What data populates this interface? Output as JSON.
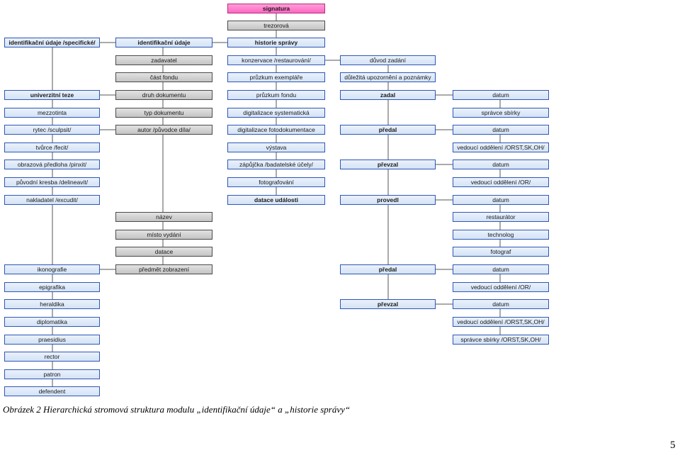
{
  "diagram": {
    "boxes": {
      "signatura": "signatura",
      "trezorova": "trezorová",
      "historie": "historie správy",
      "konzervace": "konzervace /restaurování/",
      "pruzkum_ex": "průzkum exempláře",
      "pruzkum_fondu": "průzkum fondu",
      "digi_sys": "digitalizace systematická",
      "digi_foto": "digitalizace fotodokumentace",
      "vystava": "výstava",
      "zapujcka": "zápůjčka /badatelské účely/",
      "fotografovani": "fotografování",
      "datace_udalosti": "datace události",
      "duvod": "důvod zadání",
      "upozorneni": "důležitá upozornění a poznámky",
      "zadal": "zadal",
      "predal1": "předal",
      "prevzal1": "převzal",
      "provedl": "provedl",
      "predal2": "předal",
      "prevzal2": "převzal",
      "r_datum1": "datum",
      "r_spravce": "správce sbírky",
      "r_datum2": "datum",
      "r_vedouci1": "vedoucí oddělení /ORST,SK,OH/",
      "r_datum3": "datum",
      "r_vedouci_or1": "vedoucí oddělení /OR/",
      "r_datum4": "datum",
      "r_restaurator": "restaurátor",
      "r_technolog": "technolog",
      "r_fotograf": "fotograf",
      "r_datum5": "datum",
      "r_vedouci_or2": "vedoucí oddělení /OR/",
      "r_datum6": "datum",
      "r_vedouci2": "vedoucí oddělení /ORST,SK,OH/",
      "r_spravce2": "správce sbírky /ORST,SK,OH/",
      "id_udaje": "identifikační údaje",
      "zadavatel": "zadavatel",
      "cast_fondu": "část fondu",
      "druh_dok": "druh dokumentu",
      "typ_dok": "typ dokumentu",
      "autor": "autor /původce díla/",
      "nazev": "název",
      "misto": "místo vydání",
      "datace": "datace",
      "predmet": "předmět zobrazení",
      "id_spec": "identifikační údaje /specifické/",
      "teze": "univerzitní teze",
      "mezzotinta": "mezzotinta",
      "rytec": "rytec /sculpsit/",
      "tvurce": "tvůrce /fecit/",
      "predloha": "obrazová předloha /pinxit/",
      "kresba": "původní kresba /delineavit/",
      "nakladatel": "nakladatel /excudit/",
      "ikonografie": "ikonografie",
      "epigrafika": "epigrafika",
      "heraldika": "heraldika",
      "diplomatika": "diplomatika",
      "praesidius": "praesidius",
      "rector": "rector",
      "patron": "patron",
      "defendent": "defendent"
    }
  },
  "caption": "Obrázek 2 Hierarchická stromová struktura modulu „identifikační údaje“ a „historie správy“",
  "page_number": "5",
  "colors": {
    "blue_border": "#2f57b5",
    "gray_border": "#4a4a4a",
    "pink_fill": "#ff66c4",
    "connector": "#555555"
  }
}
